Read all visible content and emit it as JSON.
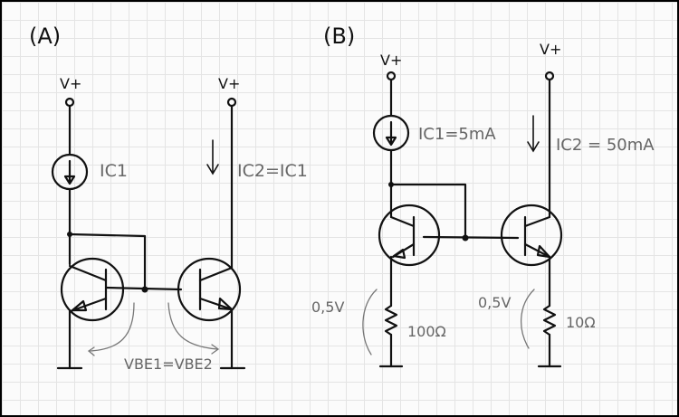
{
  "diagram_a": {
    "label": "(A)",
    "supply_left": "V+",
    "supply_right": "V+",
    "source_current": "IC1",
    "output_current": "IC2=IC1",
    "vbe_relation": "VBE1=VBE2"
  },
  "diagram_b": {
    "label": "(B)",
    "supply_left": "V+",
    "supply_right": "V+",
    "source_current": "IC1=5mA",
    "output_current": "IC2 = 50mA",
    "voltage_left": "0,5V",
    "voltage_right": "0,5V",
    "resistor_left": "100Ω",
    "resistor_right": "10Ω"
  }
}
